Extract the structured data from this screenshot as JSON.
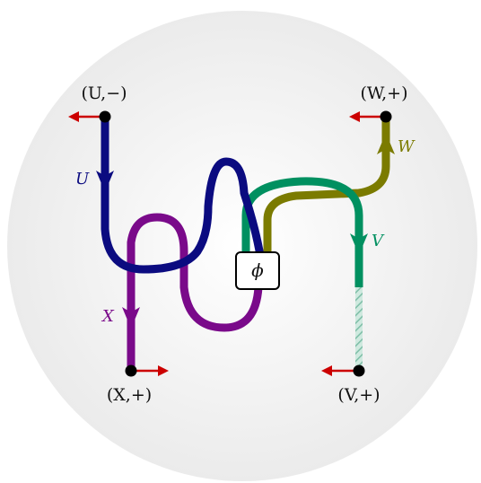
{
  "colors": {
    "U": "#0b0b80",
    "X": "#7a0a8a",
    "W": "#7b7b00",
    "V": "#009060",
    "V_faded": "#9fcfbf",
    "framing_arrow": "#cc0000",
    "endpoint": "#000000",
    "disk_center": "#ffffff",
    "disk_edge": "#ebebeb"
  },
  "endpoints": {
    "top_left": "(U,−)",
    "top_right": "(W,+)",
    "bottom_left": "(X,+)",
    "bottom_right": "(V,+)"
  },
  "strands": {
    "U": "U",
    "X": "X",
    "W": "W",
    "V": "V"
  },
  "coupon": "ϕ"
}
